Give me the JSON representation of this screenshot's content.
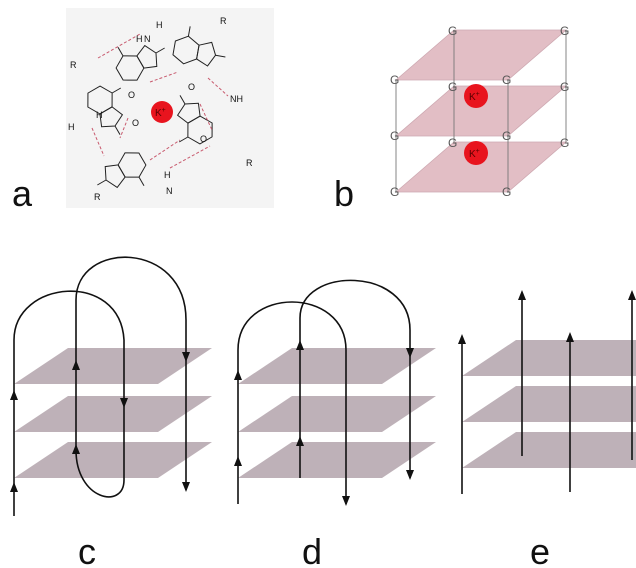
{
  "panels": {
    "a": {
      "letter": "a",
      "ion": "K",
      "ion_charge": "+",
      "atoms": {
        "r_top": "R",
        "r_left": "R",
        "r_bottom": "R",
        "r_right": "R",
        "n": "N",
        "h": "H",
        "o": "O",
        "nh2": "NH",
        "h2n": "H₂N",
        "h2": "H"
      }
    },
    "b": {
      "letter": "b",
      "guanine": "G",
      "ion": "K",
      "ion_charge": "+"
    },
    "c": {
      "letter": "c"
    },
    "d": {
      "letter": "d"
    },
    "e": {
      "letter": "e"
    }
  },
  "colors": {
    "ion": "#e8141e",
    "hbond": "#c85a6e",
    "tetrad_plate": "#ddb3bc",
    "quartet_plate": "#b7a8b0",
    "strand": "#111111"
  }
}
